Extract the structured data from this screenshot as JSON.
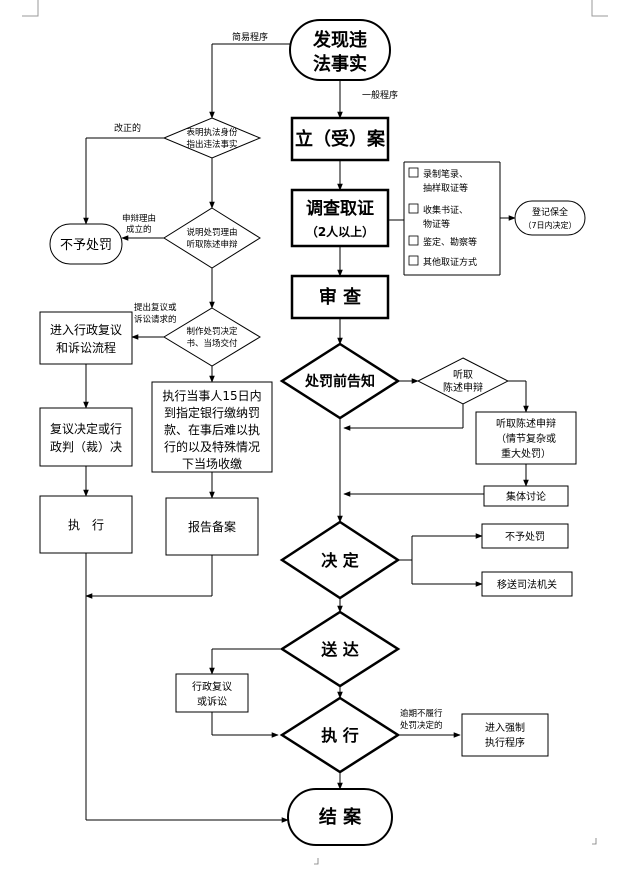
{
  "nodes": {
    "discover": [
      "发现违",
      "法事实"
    ],
    "file_case": "立（受）案",
    "investigate": [
      "调查取证",
      "（2人以上）"
    ],
    "review": "审 查",
    "pre_notice": "处罚前告知",
    "hear_statement": [
      "听取",
      "陈述申辩"
    ],
    "hear_complex": [
      "听取陈述申辩",
      "（情节复杂或",
      "重大处罚）"
    ],
    "collective": "集体讨论",
    "decide": "决 定",
    "no_penalty_right": "不予处罚",
    "transfer": "移送司法机关",
    "deliver": "送 达",
    "review_or_suit": [
      "行政复议",
      "或诉讼"
    ],
    "execute_main": "执 行",
    "enforce": [
      "进入强制",
      "执行程序"
    ],
    "close": "结 案",
    "show_id": [
      "表明执法身份",
      "指出违法事实"
    ],
    "explain": [
      "说明处罚理由",
      "听取陈述申辩"
    ],
    "make_decision": [
      "制作处罚决定",
      "书、当场交付"
    ],
    "pay": [
      "执行当事人15日内",
      "到指定银行缴纳罚",
      "款、在事后难以执",
      "行的以及特殊情况",
      "下当场收缴"
    ],
    "report": "报告备案",
    "no_penalty_left": "不予处罚",
    "enter_review": [
      "进入行政复议",
      "和诉讼流程"
    ],
    "review_result": [
      "复议决定或行",
      "政判（裁）决"
    ],
    "execute_left": "执　行",
    "register": [
      "登记保全",
      "（7日内决定）"
    ]
  },
  "evidence_items": [
    "录制笔录、",
    "抽样取证等",
    "收集书证、",
    "物证等",
    "鉴定、勘察等",
    "其他取证方式"
  ],
  "labels": {
    "simple_procedure": "简易程序",
    "general_procedure": "一般程序",
    "corrected": "改正的",
    "defense_ok": [
      "申辩理由",
      "成立的"
    ],
    "appeal_request": [
      "提出复议或",
      "诉讼请求的"
    ],
    "overdue": [
      "逾期不履行",
      "处罚决定的"
    ]
  }
}
